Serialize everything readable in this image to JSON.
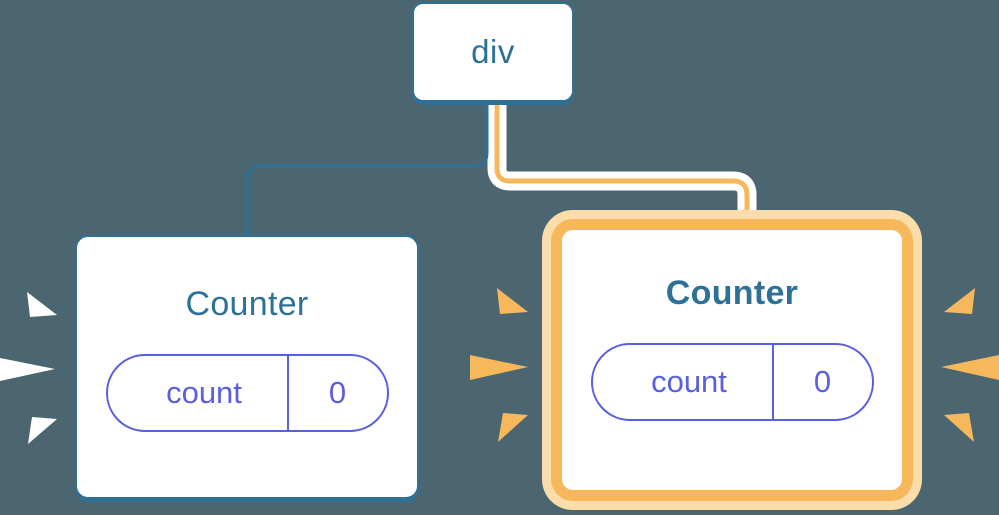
{
  "diagram": {
    "title": "React component tree with highlighted re-render",
    "background_color": "#4b6670",
    "accent_blue": "#2e7196",
    "accent_orange": "#f7b85c",
    "accent_purple": "#5a5fe0"
  },
  "nodes": {
    "root": {
      "label": "div",
      "type": "element"
    },
    "counter_left": {
      "label": "Counter",
      "state_key": "count",
      "state_value": "0",
      "highlighted": false
    },
    "counter_right": {
      "label": "Counter",
      "state_key": "count",
      "state_value": "0",
      "highlighted": true
    }
  },
  "edges": [
    {
      "name": "div-to-counter-left",
      "color": "#2e7196",
      "highlighted": false
    },
    {
      "name": "div-to-counter-right",
      "color": "#f7b85c",
      "highlighted": true
    }
  ],
  "sparkles": {
    "left_counter_color": "#ffffff",
    "right_counter_color": "#f7b85c",
    "rays_per_side": 3
  }
}
